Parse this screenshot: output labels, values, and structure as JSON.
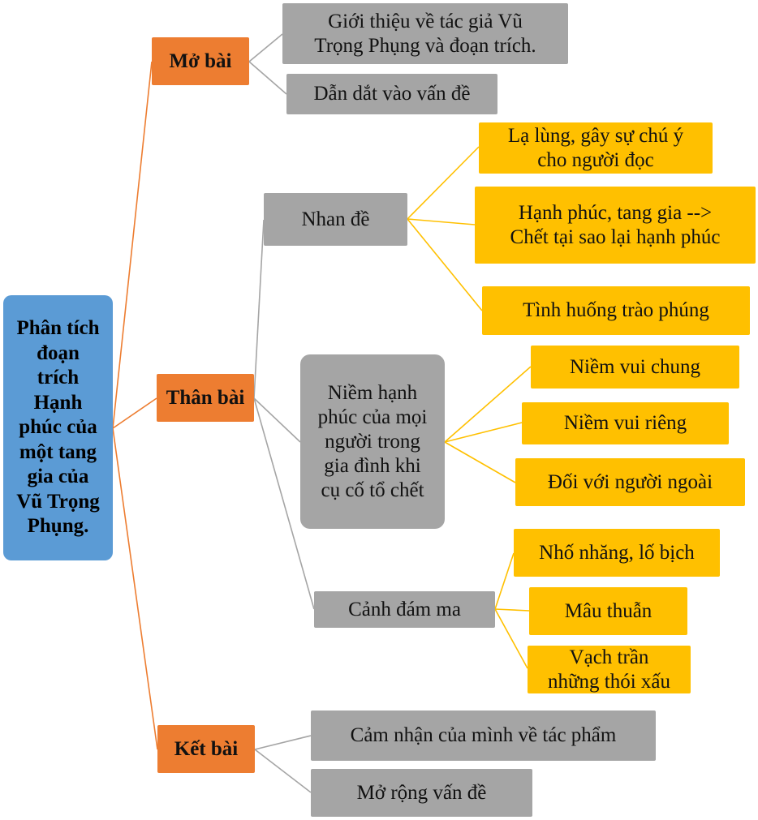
{
  "root": {
    "label": "Phân tích\nđoạn\ntrích\nHạnh\nphúc của\nmột tang\ngia của\nVũ Trọng\nPhụng."
  },
  "branches": {
    "mo_bai": {
      "label": "Mở bài",
      "children": [
        "Giới thiệu về tác giả Vũ\nTrọng Phụng và đoạn trích.",
        "Dẫn dắt vào vấn đề"
      ]
    },
    "than_bai": {
      "label": "Thân bài",
      "nhan_de": {
        "label": "Nhan đề",
        "children": [
          "Lạ lùng, gây sự chú ý\ncho người đọc",
          "Hạnh phúc, tang gia -->\nChết tại sao lại hạnh phúc",
          "Tình huống trào phúng"
        ]
      },
      "niem_hanh_phuc": {
        "label": "Niềm hạnh\nphúc của mọi\nngười trong\ngia đình khi\ncụ cố tổ chết",
        "children": [
          "Niềm vui chung",
          "Niềm vui riêng",
          "Đối với người ngoài"
        ]
      },
      "canh_dam_ma": {
        "label": "Cảnh đám ma",
        "children": [
          "Nhố nhăng, lố bịch",
          "Mâu thuẫn",
          "Vạch trần\nnhững thói xấu"
        ]
      }
    },
    "ket_bai": {
      "label": "Kết bài",
      "children": [
        "Cảm nhận của mình về tác phẩm",
        "Mở rộng vấn đề"
      ]
    }
  },
  "colors": {
    "root": "#5b9bd5",
    "level1": "#ed7d31",
    "level2": "#a5a5a5",
    "level3": "#ffc000",
    "line_orange": "#ed7d31",
    "line_gray": "#a5a5a5",
    "line_gold": "#ffc000"
  }
}
